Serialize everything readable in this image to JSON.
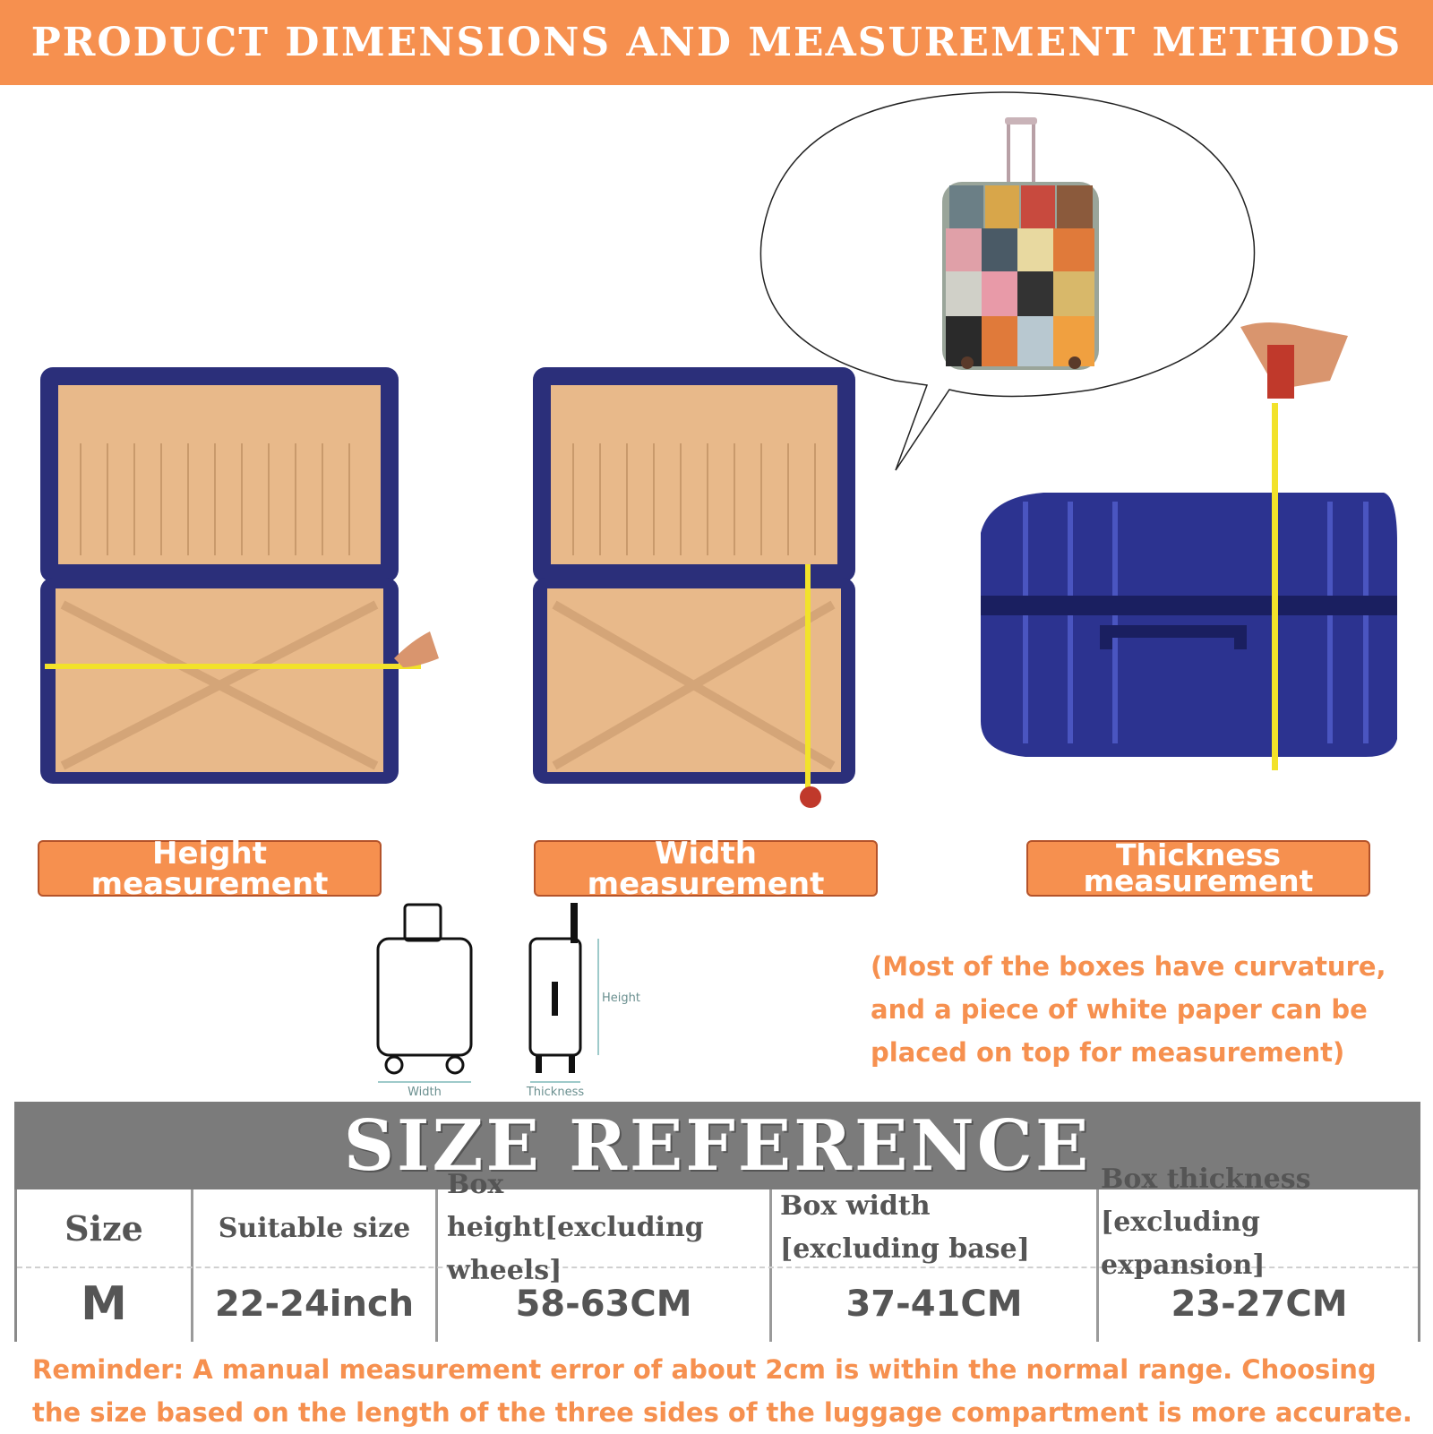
{
  "header": {
    "title": "PRODUCT DIMENSIONS AND MEASUREMENT METHODS"
  },
  "labels": {
    "height": "Height measurement",
    "width": "Width measurement",
    "thickness_line1": "Thickness",
    "thickness_line2": "measurement"
  },
  "diagram": {
    "width_label": "Width",
    "height_label": "Height",
    "thickness_label": "Thickness"
  },
  "note": "(Most of the boxes have curvature, and a piece of white paper can be placed on top for measurement)",
  "size_reference": {
    "title": "SIZE REFERENCE",
    "headers": {
      "size": "Size",
      "suitable": "Suitable size",
      "height": "Box height[excluding wheels]",
      "width": "Box width [excluding base]",
      "thickness": "Box thickness [excluding expansion]"
    },
    "row": {
      "size": "M",
      "suitable": "22-24inch",
      "height": "58-63CM",
      "width": "37-41CM",
      "thickness": "23-27CM"
    }
  },
  "reminder": "Reminder: A manual measurement error of about 2cm is within the normal range. Choosing the size based on the length of the three sides of the luggage compartment is more accurate.",
  "colors": {
    "accent": "#f6904f",
    "band": "#7b7b7b",
    "suitcase": "#2b2f7a",
    "lining": "#e8b98a",
    "tape": "#f2e22a"
  }
}
